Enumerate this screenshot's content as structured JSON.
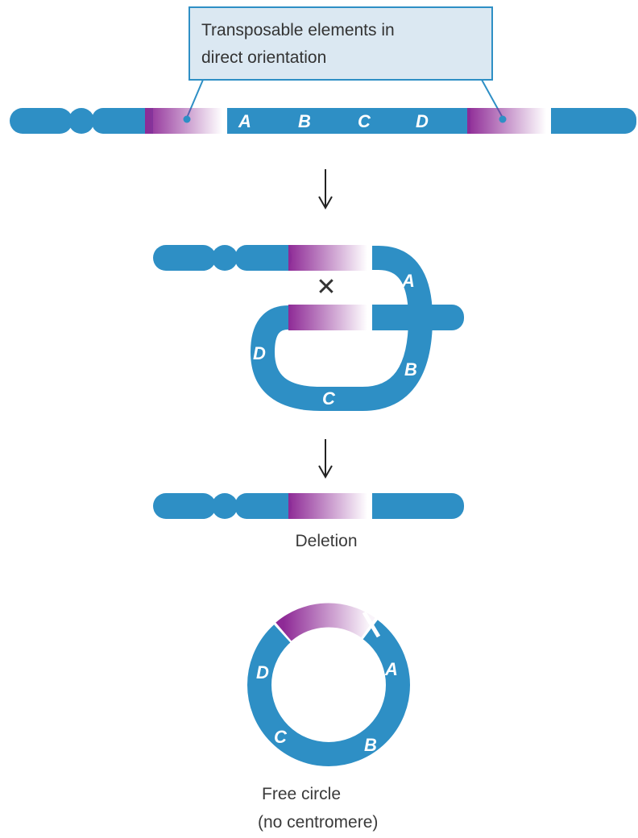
{
  "callout": {
    "line1": "Transposable elements in",
    "line2": "direct orientation"
  },
  "genes": [
    "A",
    "B",
    "C",
    "D"
  ],
  "captions": {
    "deletion": "Deletion",
    "circle_line1": "Free circle",
    "circle_line2": "(no centromere)"
  },
  "symbols": {
    "arrow": "↓",
    "crossover": "✕"
  },
  "colors": {
    "chromosome": "#2e8fc5",
    "transposon": "#8e2a96",
    "callout_fill": "#dbe8f2",
    "callout_border": "#2e8fc5"
  }
}
